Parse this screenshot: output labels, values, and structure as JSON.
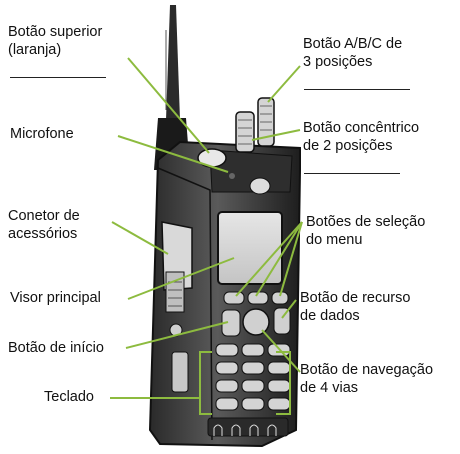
{
  "labels": {
    "top_button_l1": "Botão superior",
    "top_button_l2": "(laranja)",
    "abc_switch_l1": "Botão A/B/C de",
    "abc_switch_l2": "3 posições",
    "microphone": "Microfone",
    "concentric_l1": "Botão concêntrico",
    "concentric_l2": "de 2 posições",
    "accessory_l1": "Conetor de",
    "accessory_l2": "acessórios",
    "menu_select_l1": "Botões de seleção",
    "menu_select_l2": "do menu",
    "main_display": "Visor principal",
    "data_feature_l1": "Botão de recurso",
    "data_feature_l2": "de dados",
    "home_button": "Botão de início",
    "nav_button_l1": "Botão de navegação",
    "nav_button_l2": "de 4 vias",
    "keypad": "Teclado"
  },
  "colors": {
    "leader": "#8dbb3f",
    "radio_body": "#3a3a3a",
    "radio_dark": "#151515",
    "radio_light": "#d9d9d9"
  }
}
